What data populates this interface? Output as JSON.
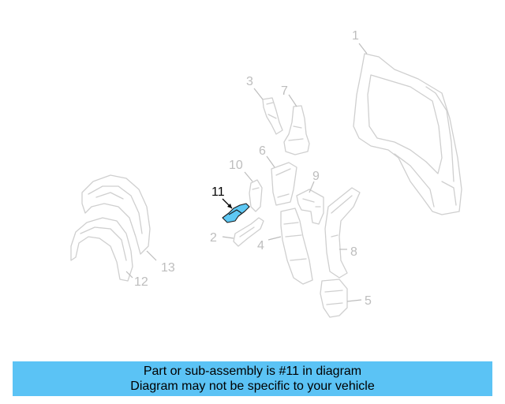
{
  "diagram": {
    "callouts": [
      {
        "id": "1",
        "label": "1"
      },
      {
        "id": "2",
        "label": "2"
      },
      {
        "id": "3",
        "label": "3"
      },
      {
        "id": "4",
        "label": "4"
      },
      {
        "id": "5",
        "label": "5"
      },
      {
        "id": "6",
        "label": "6"
      },
      {
        "id": "7",
        "label": "7"
      },
      {
        "id": "8",
        "label": "8"
      },
      {
        "id": "9",
        "label": "9"
      },
      {
        "id": "10",
        "label": "10"
      },
      {
        "id": "11",
        "label": "11"
      },
      {
        "id": "12",
        "label": "12"
      },
      {
        "id": "13",
        "label": "13"
      }
    ],
    "highlighted_part": "11",
    "colors": {
      "highlight": "#5ec8f4",
      "parts": "#cfcfcf",
      "banner": "#5bc3f5"
    }
  },
  "banner": {
    "line1": "Part or sub-assembly is #11 in diagram",
    "line2": "Diagram may not be specific to your vehicle"
  }
}
